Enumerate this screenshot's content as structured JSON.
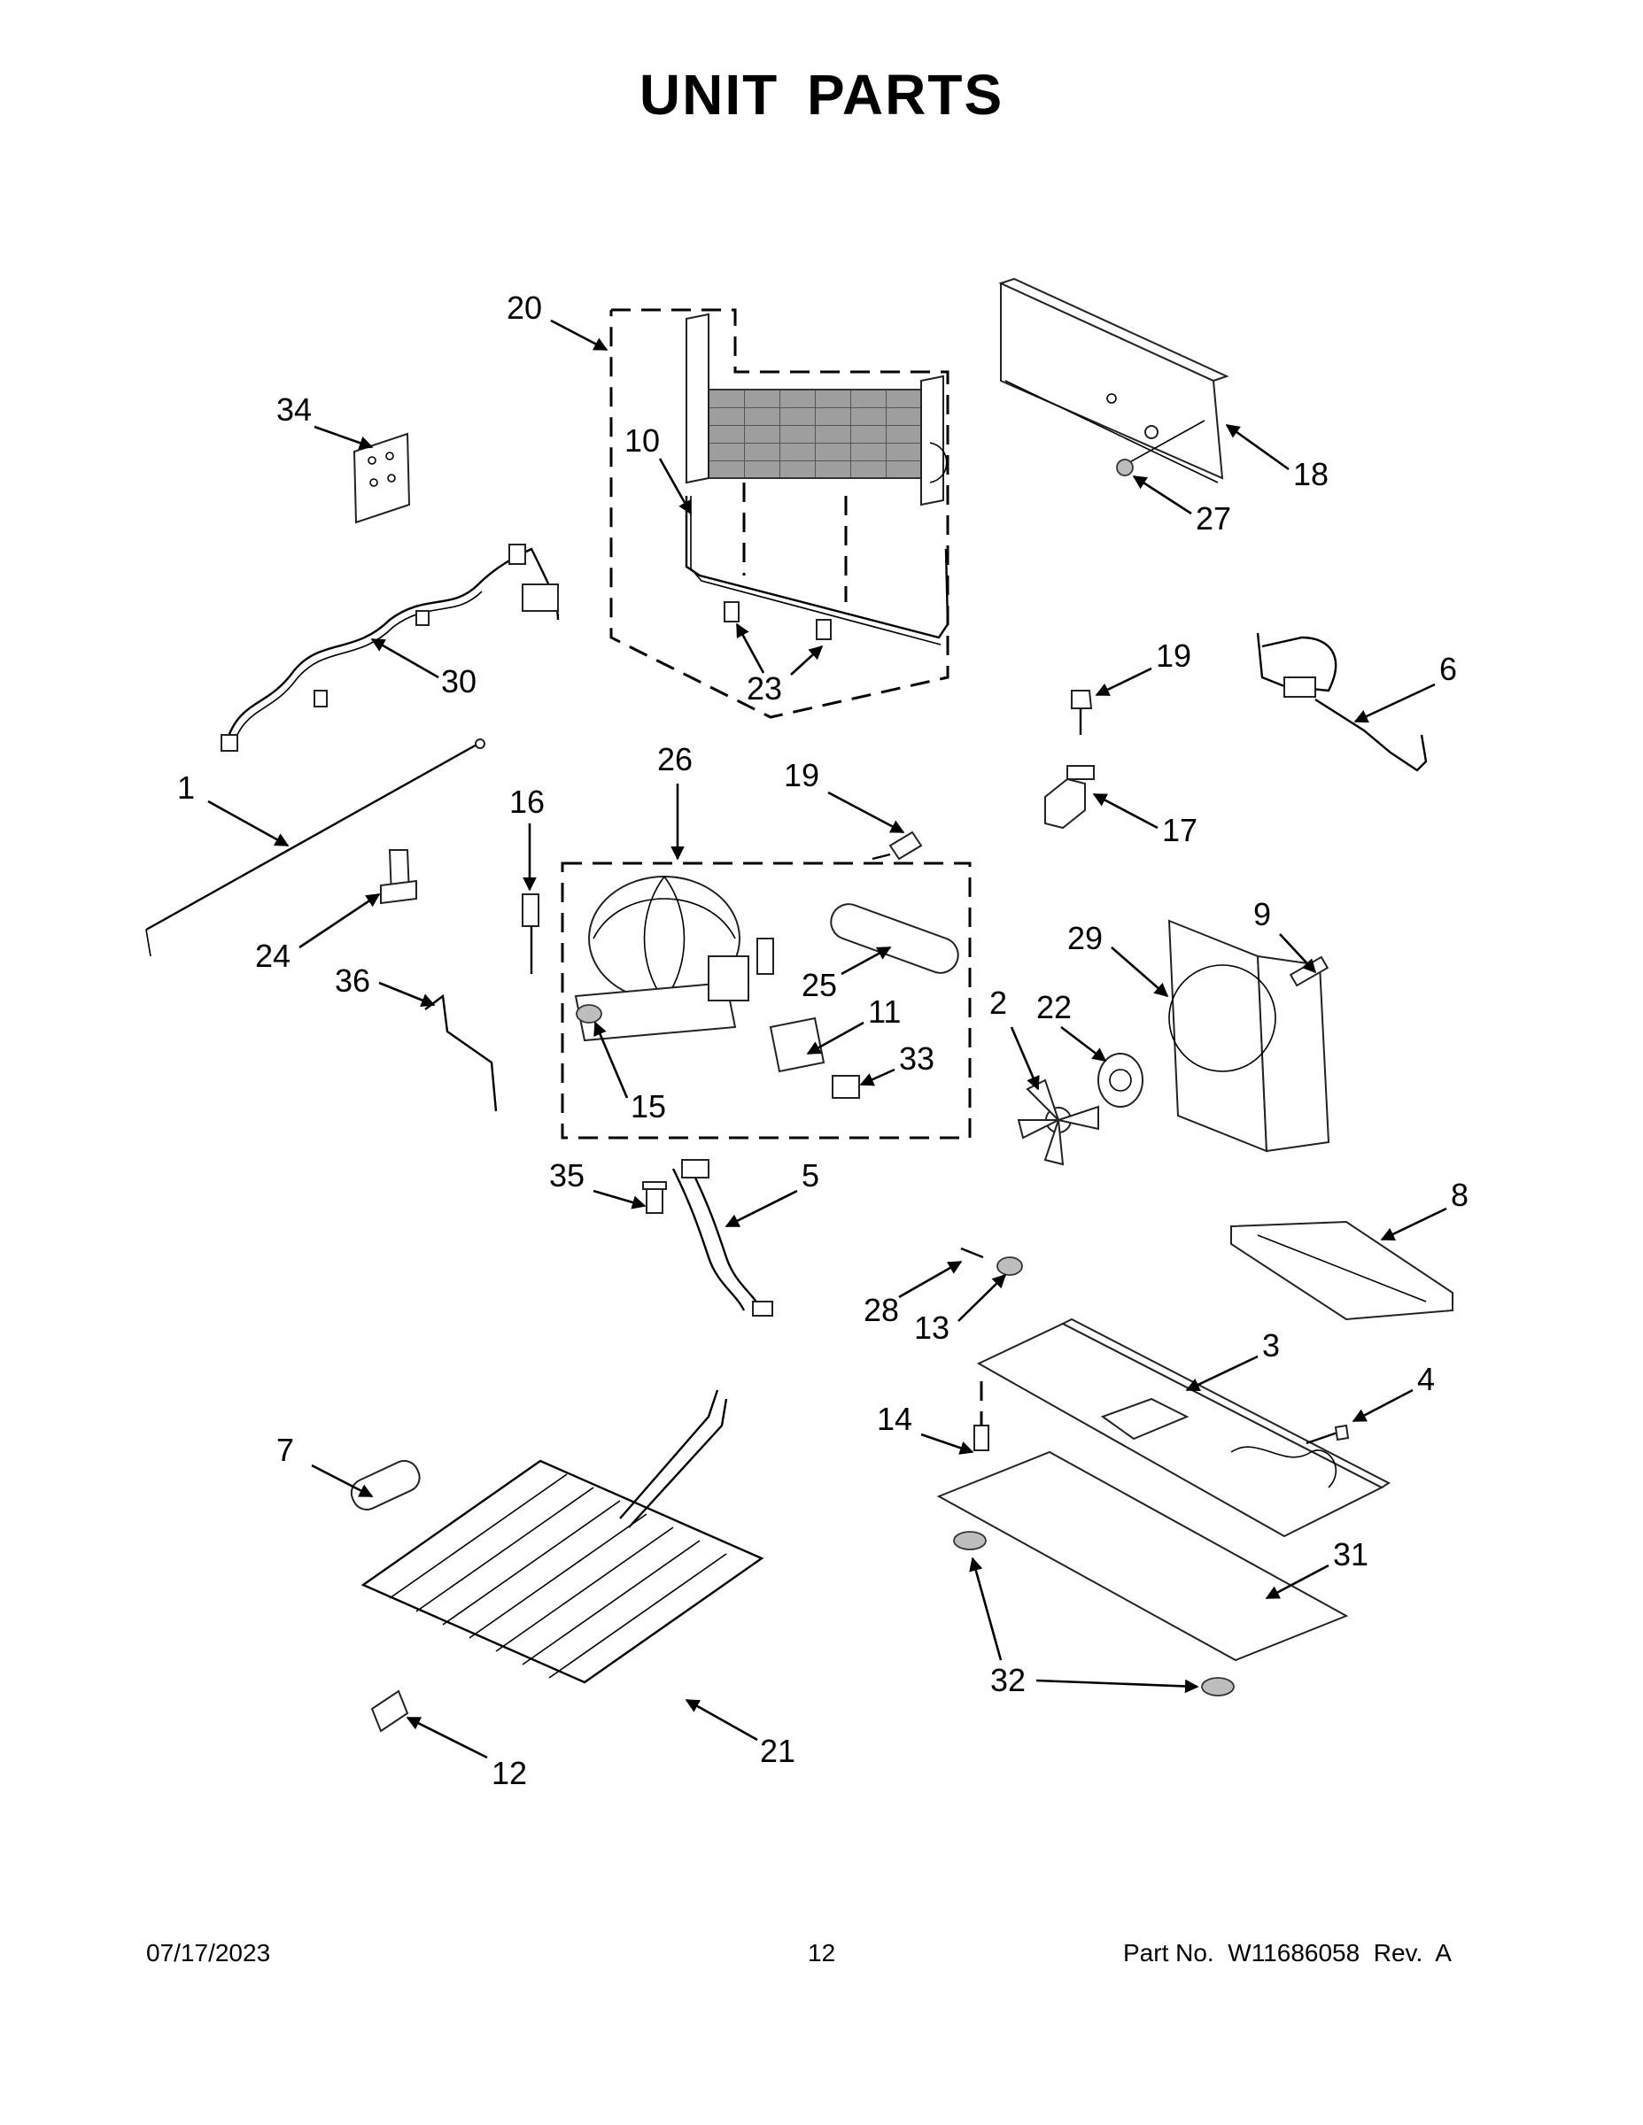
{
  "title": "UNIT PARTS",
  "footer": {
    "date": "07/17/2023",
    "page": "12",
    "part_no": "Part No.  W11686058  Rev.  A"
  },
  "callouts": [
    "1",
    "2",
    "3",
    "4",
    "5",
    "6",
    "7",
    "8",
    "9",
    "10",
    "11",
    "12",
    "13",
    "14",
    "15",
    "16",
    "17",
    "18",
    "19",
    "19",
    "20",
    "21",
    "22",
    "23",
    "24",
    "25",
    "26",
    "27",
    "28",
    "29",
    "30",
    "31",
    "32",
    "33",
    "34",
    "35",
    "36"
  ]
}
